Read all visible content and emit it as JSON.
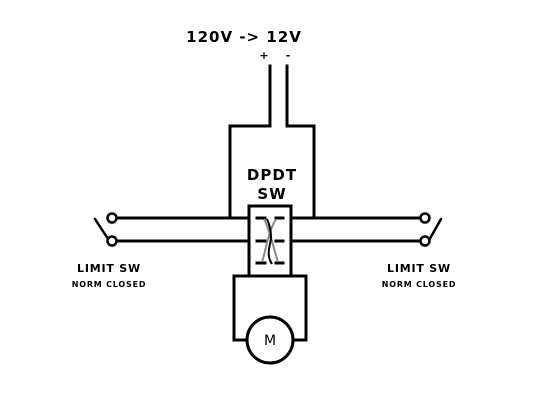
{
  "supply": {
    "label": "120V -> 12V",
    "plus": "+",
    "minus": "-"
  },
  "switch": {
    "line1": "DPDT",
    "line2": "SW"
  },
  "limit_left": {
    "title": "LIMIT SW",
    "subtitle": "NORM CLOSED"
  },
  "limit_right": {
    "title": "LIMIT SW",
    "subtitle": "NORM CLOSED"
  },
  "motor": {
    "label": "M"
  }
}
